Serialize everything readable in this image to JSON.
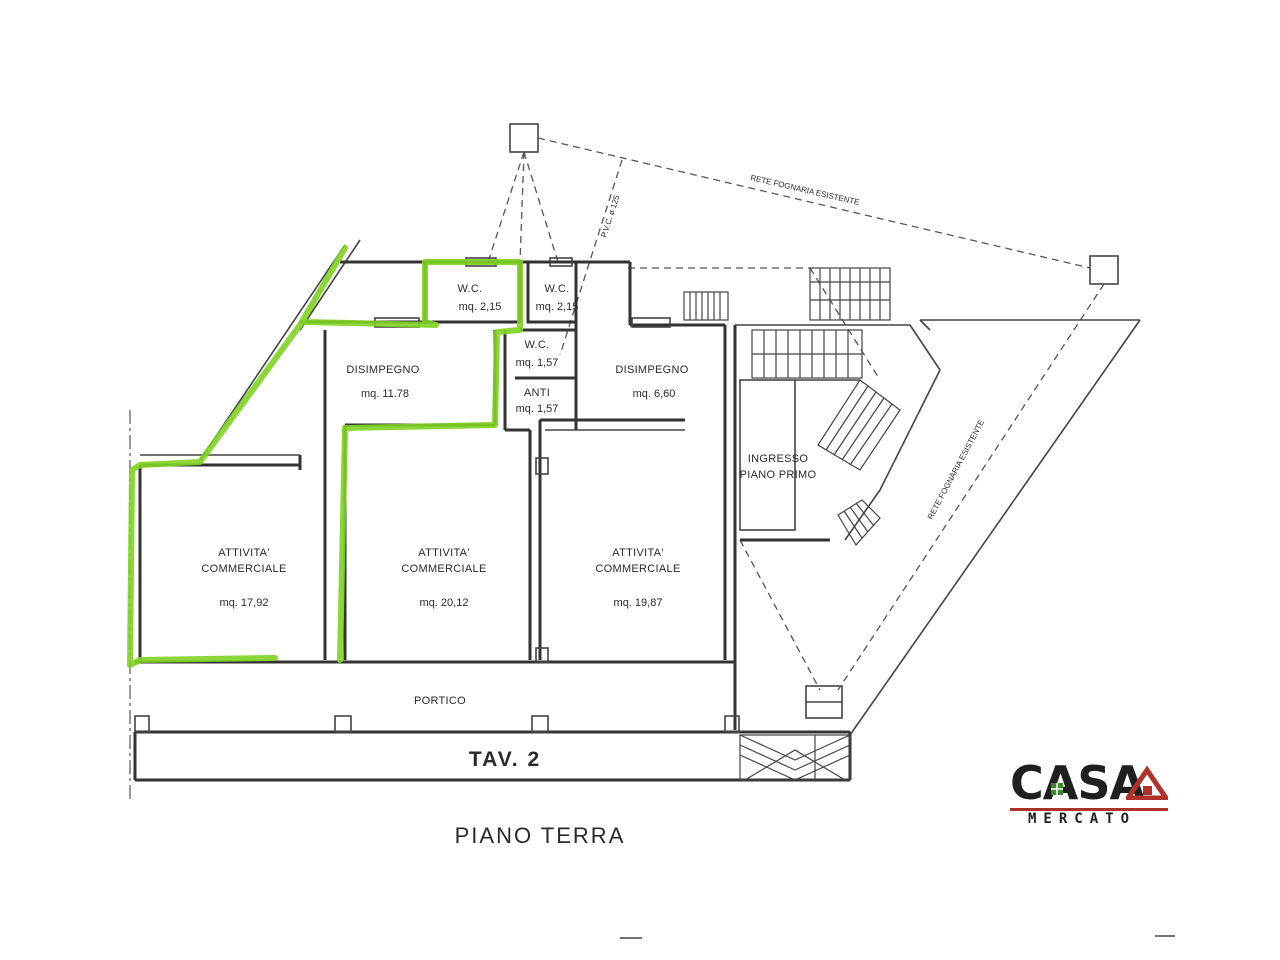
{
  "rooms": {
    "wc1": {
      "name": "W.C.",
      "area": "mq.  2,15"
    },
    "wc2": {
      "name": "W.C.",
      "area": "mq.  2,15"
    },
    "wc3": {
      "name": "W.C.",
      "area": "mq.  1,57"
    },
    "anti": {
      "name": "ANTI",
      "area": "mq.  1,57"
    },
    "disimpegno1": {
      "name": "DISIMPEGNO",
      "area": "mq.  11.78"
    },
    "disimpegno2": {
      "name": "DISIMPEGNO",
      "area": "mq.  6,60"
    },
    "attivita1": {
      "name1": "ATTIVITA'",
      "name2": "COMMERCIALE",
      "area": "mq.  17,92"
    },
    "attivita2": {
      "name1": "ATTIVITA'",
      "name2": "COMMERCIALE",
      "area": "mq.  20,12"
    },
    "attivita3": {
      "name1": "ATTIVITA'",
      "name2": "COMMERCIALE",
      "area": "mq.  19,87"
    },
    "ingresso": {
      "name1": "INGRESSO",
      "name2": "PIANO PRIMO"
    },
    "portico": {
      "name": "PORTICO"
    }
  },
  "annotations": {
    "rete1": "RETE FOGNARIA ESISTENTE",
    "rete2": "RETE FOGNARIA ESISTENTE",
    "pvc": "P.V.C. ø 125"
  },
  "titles": {
    "tav": "TAV. 2",
    "piano": "PIANO TERRA"
  },
  "logo": {
    "main_left": "C",
    "main_a1": "A",
    "main_s": "S",
    "main_a2": "A",
    "sub": "MERCATO"
  },
  "colors": {
    "highlight": "#7ed321",
    "logo_red": "#b0312a",
    "logo_green": "#3d8a2e"
  }
}
